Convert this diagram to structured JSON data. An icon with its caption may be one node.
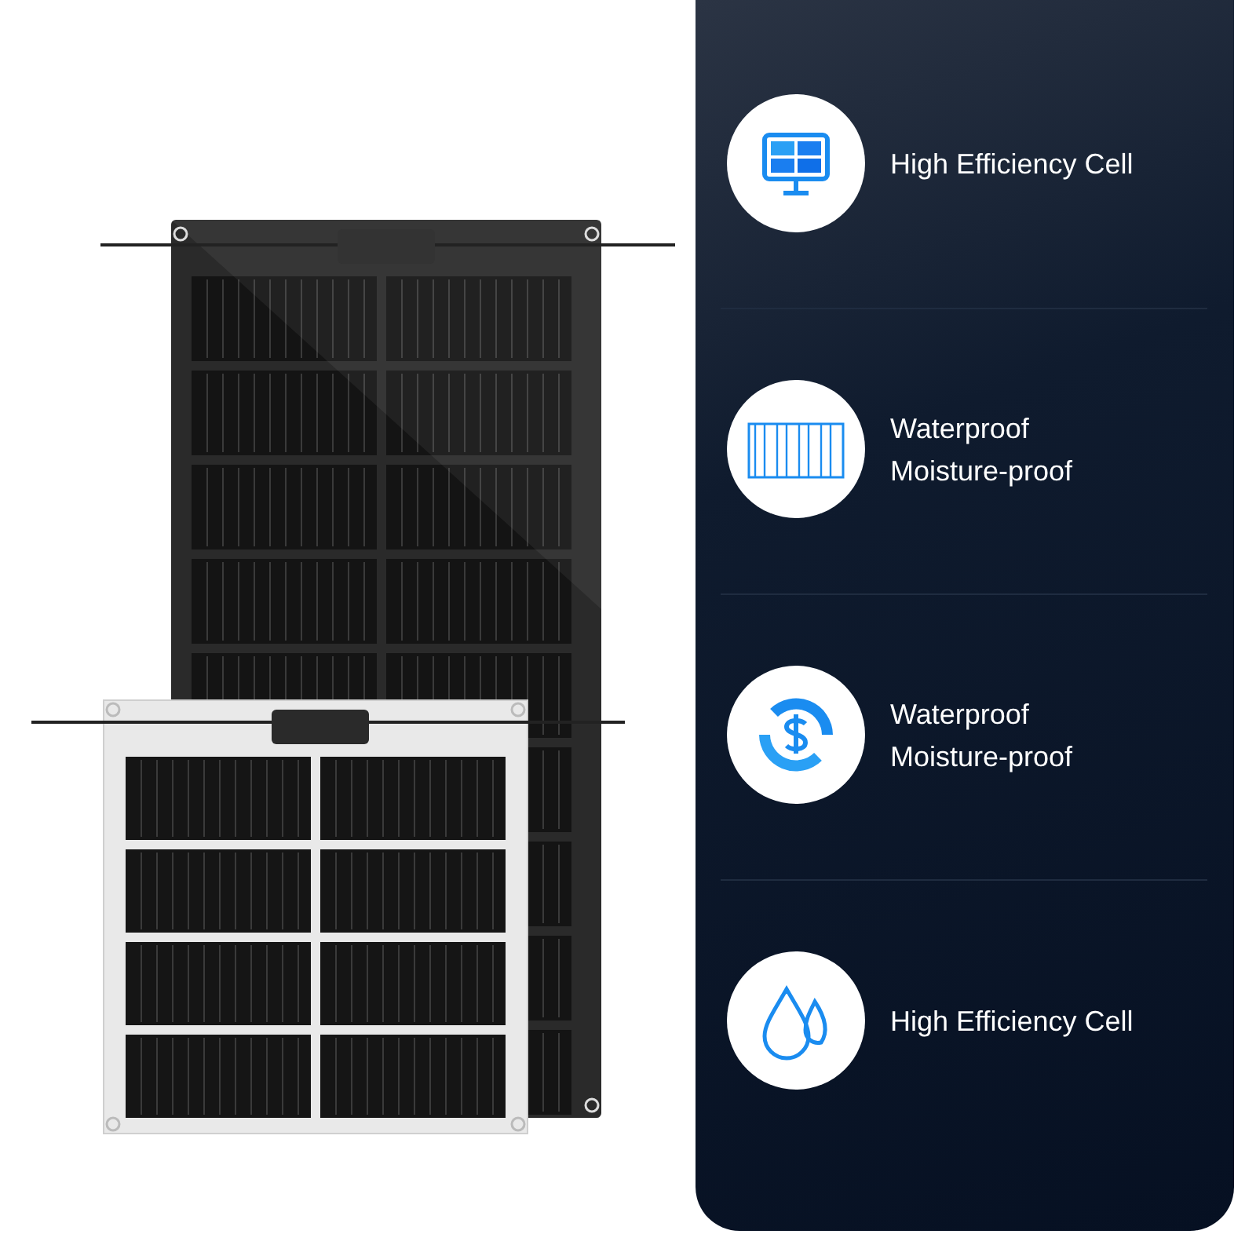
{
  "diagram": {
    "labels": [
      "High Efficiency Cell",
      "Waterproof Moisture-proof",
      "Waterproof Moisture-proof",
      "High Efficiency Cell"
    ]
  }
}
